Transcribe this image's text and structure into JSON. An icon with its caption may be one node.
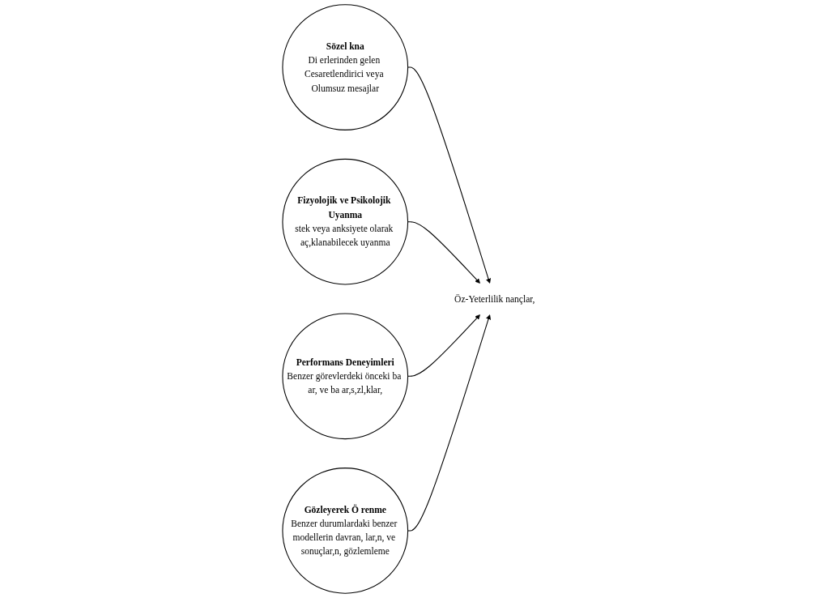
{
  "diagram": {
    "nodes": [
      {
        "text": [
          "Sözel kna",
          "Di erlerinden gelen Cesaretlendirici veya Olumsuz mesajlar"
        ]
      },
      {
        "text": [
          "Fizyolojik ve Psikolojik Uyanma",
          "stek veya anksiyete olarak aç,klanabilecek uyanma"
        ]
      },
      {
        "text": [
          "Öz-Yeterlilik nançlar,"
        ]
      },
      {
        "text": [
          "Performans Deneyimleri",
          "Benzer görevlerdeki önceki ba ar, ve ba ar,s,zl,klar,"
        ]
      },
      {
        "text": [
          "Gözleyerek Ö renme",
          "Benzer durumlardaki benzer modellerin davran, lar,n, ve sonuçlar,n, gözlemleme"
        ]
      }
    ],
    "edges": [
      {
        "from": 0,
        "to": 2,
        "arrow": "to"
      },
      {
        "from": 1,
        "to": 2,
        "arrow": "to"
      },
      {
        "from": 3,
        "to": 2,
        "arrow": "to"
      },
      {
        "from": 4,
        "to": 2,
        "arrow": "to"
      }
    ]
  }
}
